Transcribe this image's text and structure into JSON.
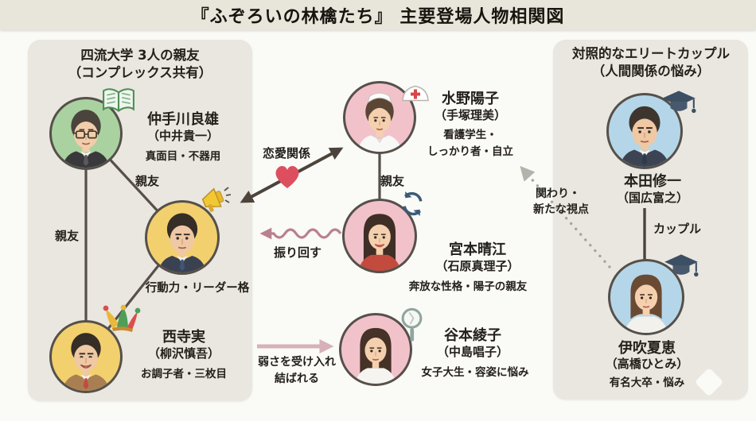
{
  "title": "『ふぞろいの林檎たち』 主要登場人物相関図",
  "groups": {
    "left": {
      "title1": "四流大学 3人の親友",
      "title2": "（コンプレックス共有）"
    },
    "right": {
      "title1": "対照的なエリートカップル",
      "title2": "（人間関係の悩み）"
    }
  },
  "characters": {
    "nakategawa": {
      "name": "仲手川良雄",
      "actor": "（中井貴一）",
      "trait": "真面目・不器用",
      "icon": "open-book",
      "avatar_color": "#a9d2a0"
    },
    "leader": {
      "trait": "行動力・リーダー格",
      "icon": "megaphone",
      "avatar_color": "#f3d06e"
    },
    "nishidera": {
      "name": "西寺実",
      "actor": "（柳沢慎吾）",
      "trait": "お調子者・三枚目",
      "icon": "jester-hat",
      "avatar_color": "#f3d06e"
    },
    "mizuno": {
      "name": "水野陽子",
      "actor": "（手塚理美）",
      "trait1": "看護学生・",
      "trait2": "しっかり者・自立",
      "icon": "nurse-cap",
      "avatar_color": "#f2c2cb"
    },
    "miyamoto": {
      "name": "宮本晴江",
      "actor": "（石原真理子）",
      "trait": "奔放な性格・陽子の親友",
      "icon": "cycle-arrows",
      "avatar_color": "#f2c2cb"
    },
    "tanimoto": {
      "name": "谷本綾子",
      "actor": "（中島唱子）",
      "trait": "女子大生・容姿に悩み",
      "icon": "hand-mirror",
      "avatar_color": "#f2c2cb"
    },
    "honda": {
      "name": "本田修一",
      "actor": "（国広富之）",
      "icon": "graduation-cap",
      "avatar_color": "#b5d6e8"
    },
    "ibuki": {
      "name": "伊吹夏恵",
      "actor": "（高橋ひとみ）",
      "trait": "有名大卒・悩み",
      "icon": "graduation-cap",
      "avatar_color": "#b5d6e8"
    }
  },
  "relations": {
    "best_friend_top": "親友",
    "best_friend_left": "親友",
    "romance": "恋愛関係",
    "best_friend_mid": "親友",
    "toy_with": "振り回す",
    "accept_weakness1": "弱さを受け入れ",
    "accept_weakness2": "結ばれる",
    "new_perspective1": "関わり・",
    "new_perspective2": "新たな視点",
    "couple": "カップル"
  },
  "colors": {
    "title_bar_bg": "#e8e5da",
    "panel_bg": "#e9e7e0",
    "line": "#57504a",
    "heart": "#dd4f5e",
    "rose_arrow": "#b8818d",
    "pink_arrow": "#d6b1b7",
    "dotted_arrow": "#a6a59d"
  }
}
